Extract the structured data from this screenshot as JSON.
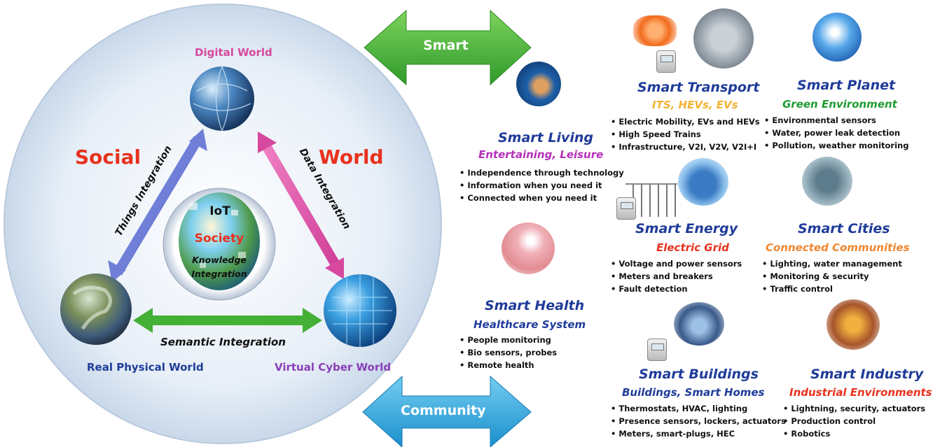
{
  "colors": {
    "pink": "#d6499f",
    "blue_title": "#1f3c99",
    "red_big": "#e8321e",
    "magenta_sub": "#b530b9",
    "yellow_sub": "#f2b233",
    "green_sub": "#1f9a33",
    "orange_sub": "#f08730",
    "red_sub": "#e8321e",
    "navy_sub": "#1f3c99",
    "arrow_green": "#44b035",
    "arrow_blue": "#2aa4dc",
    "arrow_purple": "#6f7fd6"
  },
  "left": {
    "digital_world": "Digital World",
    "social": "Social",
    "world": "World",
    "things_integration": "Things Integration",
    "data_integration": "Data Integration",
    "semantic_integration": "Semantic Integration",
    "real_physical_world": "Real Physical World",
    "virtual_cyber_world": "Virtual Cyber World",
    "core": {
      "iot": "IoT",
      "society": "Society",
      "knowledge": "Knowledge",
      "integration": "Integration"
    }
  },
  "arrows": {
    "smart": "Smart",
    "community": "Community"
  },
  "domains": {
    "living": {
      "title": "Smart Living",
      "subtitle": "Entertaining, Leisure",
      "bullets": [
        "Independence through technology",
        "Information when you need it",
        "Connected  when you need it"
      ]
    },
    "health": {
      "title": "Smart Health",
      "subtitle": "Healthcare System",
      "bullets": [
        "People monitoring",
        "Bio sensors, probes",
        "Remote health"
      ]
    },
    "transport": {
      "title": "Smart Transport",
      "subtitle": "ITS, HEVs, EVs",
      "bullets": [
        "Electric Mobility, EVs and HEVs",
        "High Speed Trains",
        "Infrastructure, V2I, V2V, V2I+I"
      ]
    },
    "planet": {
      "title": "Smart Planet",
      "subtitle": "Green Environment",
      "bullets": [
        "Environmental sensors",
        "Water, power leak detection",
        "Pollution, weather monitoring"
      ]
    },
    "energy": {
      "title": "Smart Energy",
      "subtitle": "Electric Grid",
      "bullets": [
        "Voltage and power sensors",
        "Meters and breakers",
        "Fault detection"
      ]
    },
    "cities": {
      "title": "Smart Cities",
      "subtitle": "Connected Communities",
      "bullets": [
        "Lighting, water management",
        "Monitoring & security",
        "Traffic control"
      ]
    },
    "buildings": {
      "title": "Smart Buildings",
      "subtitle": "Buildings, Smart Homes",
      "bullets": [
        "Thermostats, HVAC, lighting",
        "Presence sensors, lockers, actuators",
        "Meters, smart-plugs, HEC"
      ]
    },
    "industry": {
      "title": "Smart Industry",
      "subtitle": "Industrial Environments",
      "bullets": [
        "Lightning, security, actuators",
        "Production control",
        "Robotics"
      ]
    }
  }
}
